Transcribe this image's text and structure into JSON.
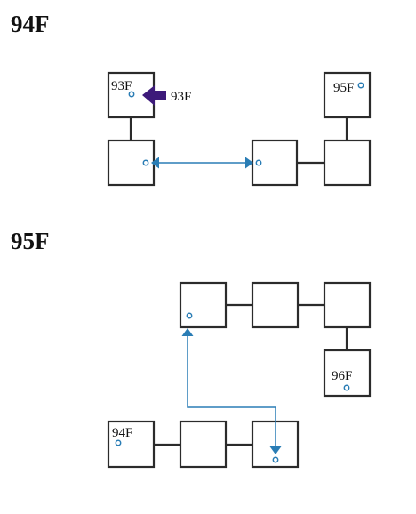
{
  "sections": [
    {
      "title": "94F",
      "labels": {
        "room_label_93f": "93F",
        "arrow_label_93f": "93F",
        "room_label_95f": "95F"
      }
    },
    {
      "title": "95F",
      "labels": {
        "room_label_96f": "96F",
        "room_label_94f": "94F"
      }
    }
  ],
  "colors": {
    "room_border": "#2b2b2b",
    "marker": "#2a7db5",
    "pointer_arrow": "#3d1a7a"
  }
}
